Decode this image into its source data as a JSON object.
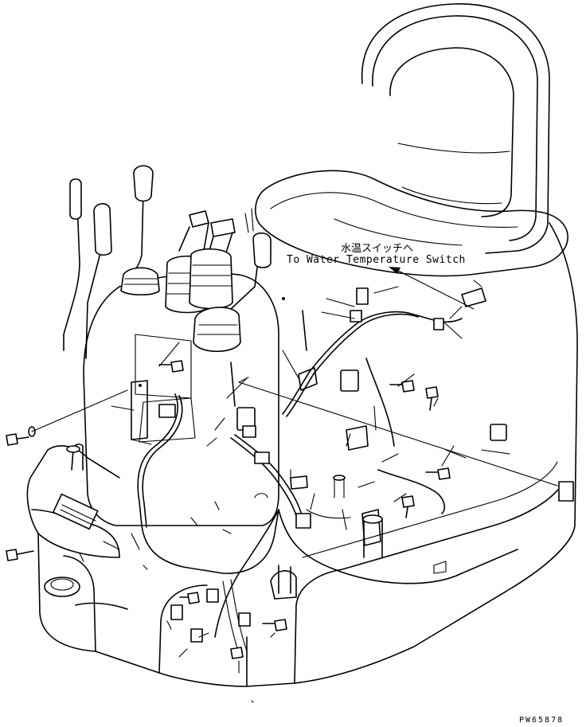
{
  "callout": {
    "jp": "水温スイッチへ",
    "en": "To Water Temperature Switch"
  },
  "drawing_code": "PW65878"
}
